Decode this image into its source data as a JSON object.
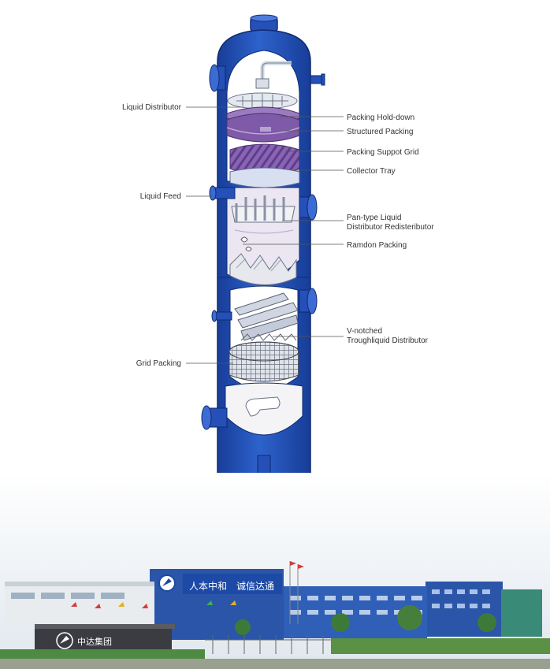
{
  "labels": {
    "liquid_distributor": "Liquid Distributor",
    "packing_hold_down": "Packing Hold-down",
    "structured_packing": "Structured Packing",
    "packing_support_grid": "Packing Suppot Grid",
    "collector_tray": "Collector Tray",
    "liquid_feed": "Liquid Feed",
    "pan_type_line1": "Pan-type Liquid",
    "pan_type_line2": "Distributor Redisteributor",
    "random_packing": "Ramdon Packing",
    "v_notched_line1": "V-notched",
    "v_notched_line2": "Troughliquid Distributor",
    "grid_packing": "Grid Packing"
  },
  "photo": {
    "sign_chinese": "中达集团",
    "slogan_1": "人本中和",
    "slogan_2": "诚信达通"
  },
  "colors": {
    "column_blue": "#1f4fb4",
    "packing_purple": "#7f5aa8",
    "interior": "#ebe6f2",
    "sky": "#eef3f6",
    "building_blue": "#2a55a8"
  }
}
